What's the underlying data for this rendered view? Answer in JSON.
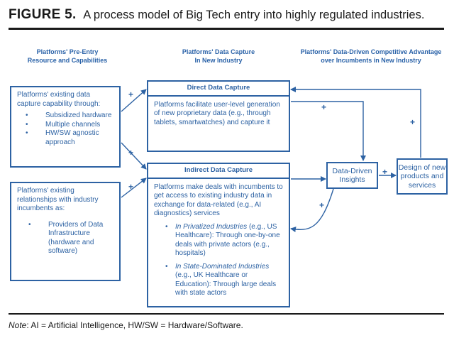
{
  "figure": {
    "label": "FIGURE 5.",
    "caption": "A process model of Big Tech entry into highly regulated industries."
  },
  "columns": {
    "left": [
      "Platforms' Pre-Entry",
      "Resource and Capabilities"
    ],
    "middle": [
      "Platforms' Data Capture",
      "In New Industry"
    ],
    "right": [
      "Platforms' Data-Driven Competitive Advantage",
      "over Incumbents in New Industry"
    ]
  },
  "box_capabilities": {
    "intro": "Platforms' existing data capture capability through:",
    "items": [
      "Subsidized hardware",
      "Multiple channels",
      "HW/SW agnostic approach"
    ]
  },
  "box_relationships": {
    "intro": "Platforms' existing relationships with industry incumbents as:",
    "items": [
      "Providers of Data Infrastructure (hardware and software)"
    ]
  },
  "box_direct": {
    "title": "Direct Data Capture",
    "body": "Platforms facilitate user-level generation of new proprietary data (e.g., through tablets, smartwatches) and capture it"
  },
  "box_indirect": {
    "title": "Indirect Data Capture",
    "body": "Platforms make deals with incumbents to get access to existing industry data in exchange for data-related (e.g., AI diagnostics) services",
    "item1_italic": "In Privatized Industries",
    "item1_rest": " (e.g., US Healthcare): Through one-by-one deals with private actors (e.g., hospitals)",
    "item2_italic": "In State-Dominated Industries",
    "item2_rest": " (e.g., UK Healthcare or Education): Through large deals with state actors"
  },
  "box_insights": {
    "text": "Data-Driven Insights"
  },
  "box_design": {
    "text": "Design of new products and services"
  },
  "plus_sign": "+",
  "note": {
    "label": "Note",
    "text": ": AI = Artificial Intelligence, HW/SW = Hardware/Software."
  },
  "colors": {
    "accent": "#2d62a3",
    "text": "#1a1a1a"
  }
}
